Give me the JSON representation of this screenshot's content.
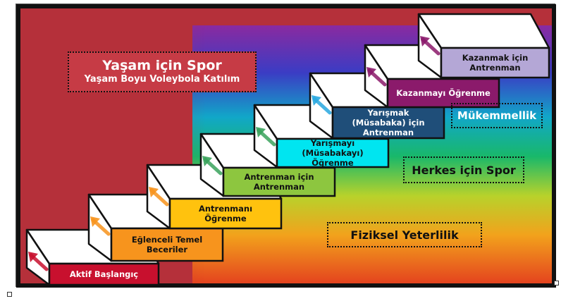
{
  "header": {
    "title": "Yaşam için Spor",
    "subtitle": "Yaşam Boyu Voleybola Katılım"
  },
  "steps": [
    {
      "label": "Aktif Başlangıç",
      "color": "#c8102e",
      "text_color": "#ffffff"
    },
    {
      "label": "Eğlenceli Temel Beceriler",
      "color": "#f7941d",
      "text_color": "#111111"
    },
    {
      "label": "Antrenmanı Öğrenme",
      "color": "#ffc20e",
      "text_color": "#111111"
    },
    {
      "label": "Antrenman için Antrenman",
      "color": "#8dc63f",
      "text_color": "#111111"
    },
    {
      "label": "Yarışmayı (Müsabakayı) Öğrenme",
      "color": "#00e5f0",
      "text_color": "#111111"
    },
    {
      "label": "Yarışmak (Müsabaka) için Antrenman",
      "color": "#1f4e79",
      "text_color": "#ffffff"
    },
    {
      "label": "Kazanmayı Öğrenme",
      "color": "#8b1a6b",
      "text_color": "#ffffff"
    },
    {
      "label": "Kazanmak için Antrenman",
      "color": "#b4a7d6",
      "text_color": "#111111"
    }
  ],
  "callouts": {
    "excellence": "Mükemmellik",
    "sport_for_all": "Herkes için Spor",
    "physical_literacy": "Fiziksel Yeterlilik"
  },
  "colors": {
    "background": "#b5303a",
    "arrow_red": "#c8102e",
    "arrow_orange": "#f7941d",
    "arrow_green": "#3aa35c",
    "arrow_blue": "#29a8e0",
    "arrow_purple": "#8b1a6b"
  }
}
